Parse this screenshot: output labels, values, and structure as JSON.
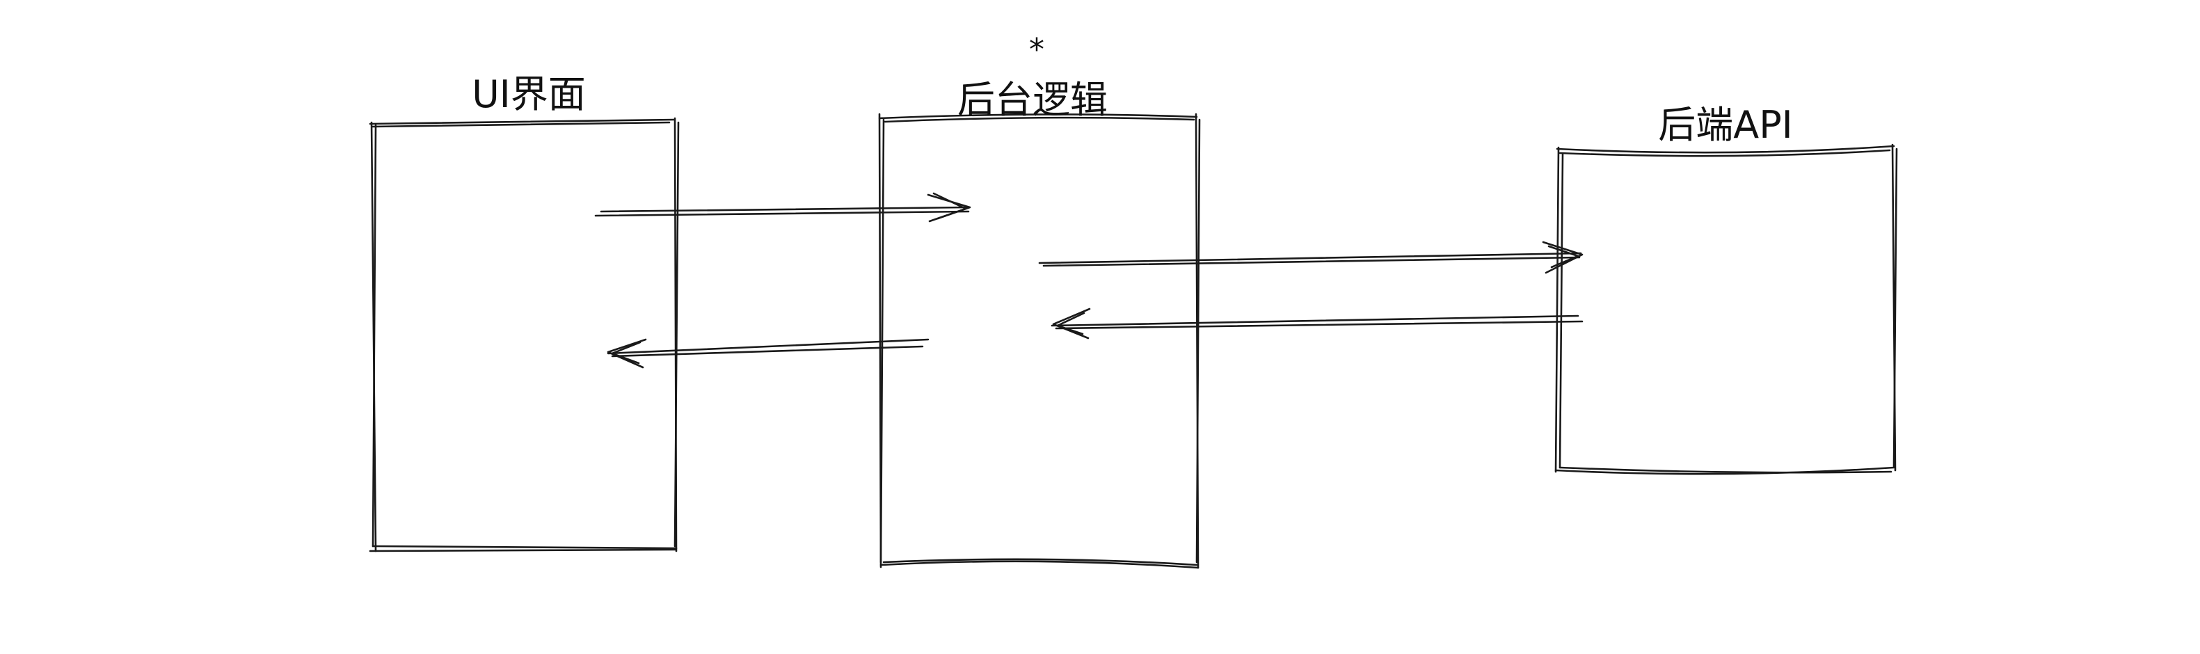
{
  "diagram": {
    "boxes": [
      {
        "id": "ui",
        "label": "UI界面"
      },
      {
        "id": "logic",
        "label": "后台逻辑"
      },
      {
        "id": "api",
        "label": "后端API"
      }
    ],
    "marker": "*",
    "arrows": [
      {
        "id": "ui-to-logic",
        "from": "ui",
        "to": "logic"
      },
      {
        "id": "logic-to-ui",
        "from": "logic",
        "to": "ui"
      },
      {
        "id": "logic-to-api",
        "from": "logic",
        "to": "api"
      },
      {
        "id": "api-to-logic",
        "from": "api",
        "to": "logic"
      }
    ],
    "colors": {
      "stroke": "#1a1a1a",
      "background": "#ffffff"
    }
  }
}
